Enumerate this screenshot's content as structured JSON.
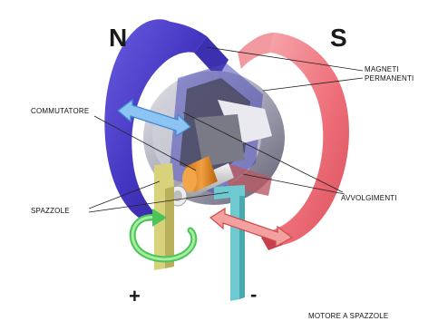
{
  "poles": {
    "north": "N",
    "south": "S"
  },
  "labels": {
    "magneti_line1": "MAGNETI",
    "magneti_line2": "PERMANENTI",
    "commutatore": "COMMUTATORE",
    "spazzole": "SPAZZOLE",
    "avvolgimenti": "AVVOLGIMENTI",
    "caption": "MOTORE A SPAZZOLE"
  },
  "terminals": {
    "positive": "+",
    "negative": "-"
  },
  "colors": {
    "north_magnet": "#4a3fc8",
    "south_magnet": "#f07a82",
    "commutator": "#e8902a",
    "brush_positive": "#d8d27a",
    "brush_negative": "#6fc9d0",
    "rotation_arrow": "#5fd06a",
    "force_arrow_left": "#7db8ee",
    "force_arrow_right": "#f08a8a"
  }
}
